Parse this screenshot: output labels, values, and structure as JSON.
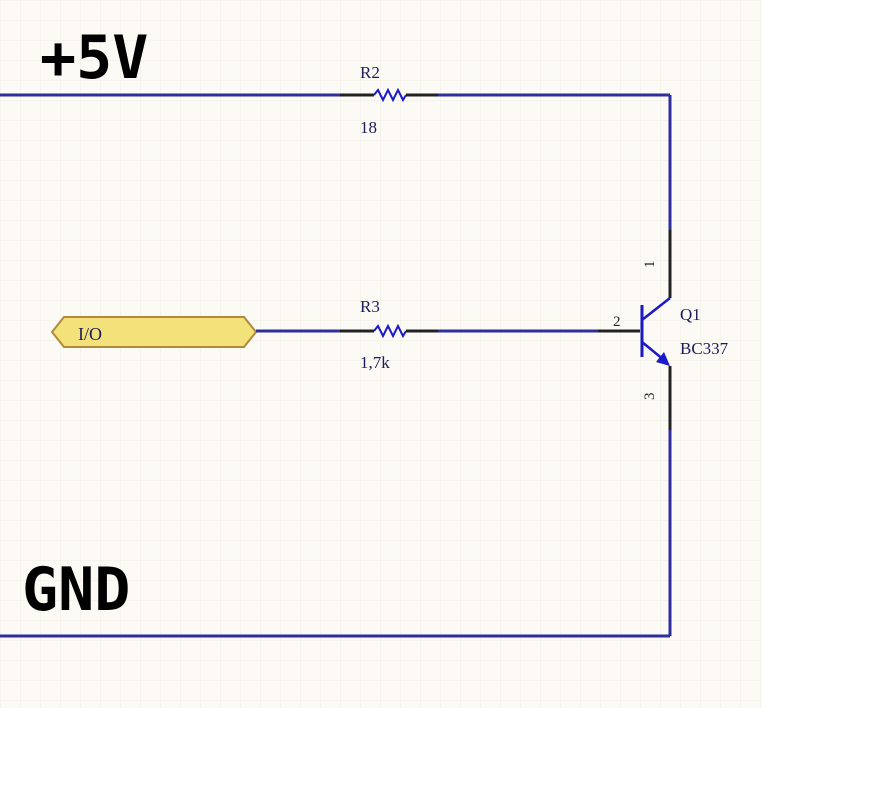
{
  "schematic": {
    "rails": {
      "positive": "+5V",
      "ground": "GND"
    },
    "port": {
      "name": "I/O",
      "fill": "#f3e27a",
      "stroke": "#b08a3a"
    },
    "resistors": [
      {
        "designator": "R2",
        "value": "18"
      },
      {
        "designator": "R3",
        "value": "1,7k"
      }
    ],
    "transistor": {
      "designator": "Q1",
      "model": "BC337",
      "pins": {
        "collector": "1",
        "base": "2",
        "emitter": "3"
      }
    }
  },
  "colors": {
    "wire": "#2e2e9e",
    "component_body": "#1a1ac8",
    "pin_line": "#222222",
    "label_text": "#1c1c5a",
    "sheet_background": "#fcfaf5",
    "grid_line": "#efebe2"
  }
}
